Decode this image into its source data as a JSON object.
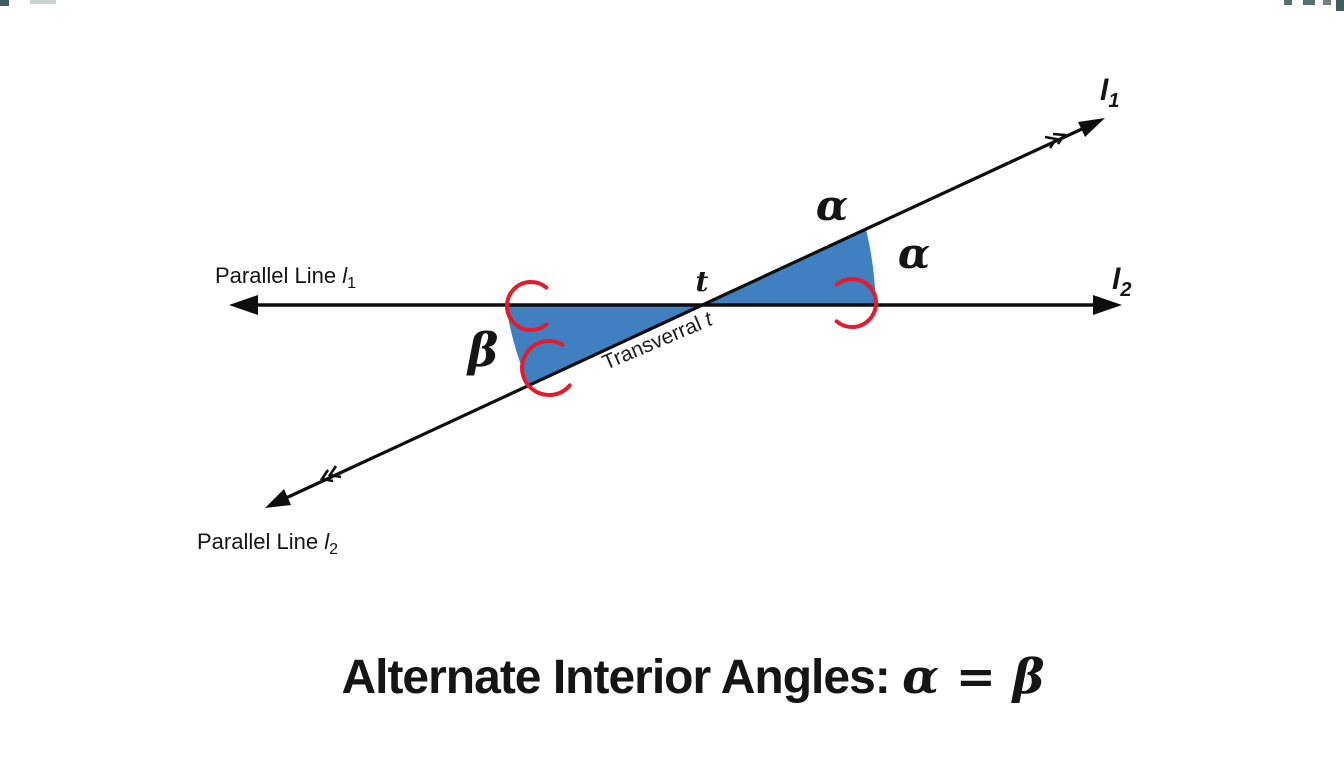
{
  "colors": {
    "background": "#ffffff",
    "line": "#0e0e0e",
    "angle_fill": "#4080c0",
    "greek_label": "#2d7cba",
    "arc_red": "#e41b2c",
    "caption_text": "#141414",
    "artifact": "#2e4b4b"
  },
  "diagram": {
    "horizontal_label_left": {
      "prefix": "Parallel Line ",
      "symbol": "l",
      "subscript": "1"
    },
    "horizontal_label_right": {
      "symbol": "l",
      "subscript": "2"
    },
    "transversal_label_top": {
      "symbol": "l",
      "subscript": "1"
    },
    "transversal_label_bottom": {
      "prefix": "Parallel Line ",
      "symbol": "l",
      "subscript": "2"
    },
    "intersection_label": "t",
    "transversal_name": {
      "text": "Transverral ",
      "suffix": "t"
    },
    "angles": {
      "alpha_above": "α",
      "alpha_right": "α",
      "beta": "β"
    }
  },
  "caption": {
    "text": "Alternate Interior Angles: ",
    "equation": "α = β"
  }
}
